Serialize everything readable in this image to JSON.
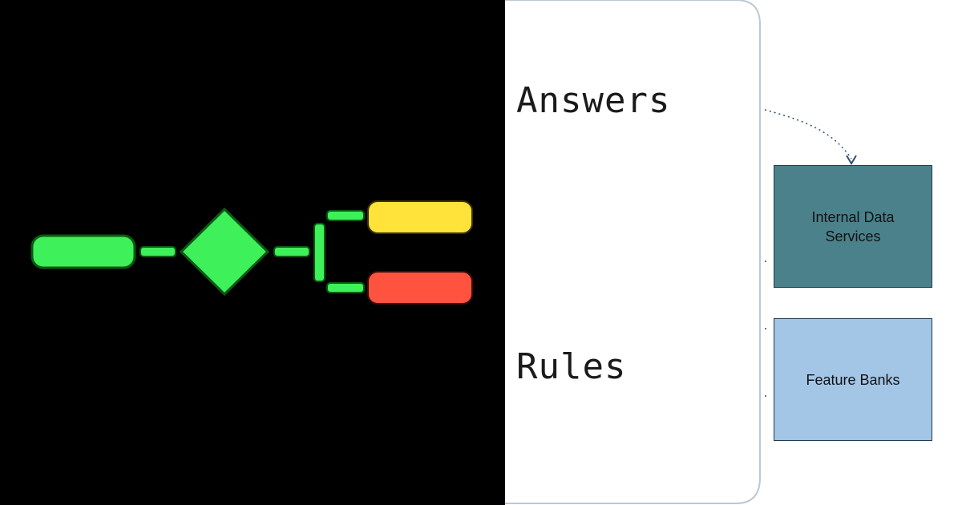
{
  "left_panel": {
    "background": "#000000",
    "colors": {
      "start": "#3ef05a",
      "decision": "#3ef05a",
      "connector": "#3ef05a",
      "outcome_top": "#ffe23a",
      "outcome_bottom": "#ff5340",
      "outline": "#0c5a12"
    }
  },
  "right_panel": {
    "answers_label": "Answers",
    "rules_label": "Rules",
    "boxes": [
      {
        "label": "Internal Data Services",
        "fill": "#4b818b"
      },
      {
        "label": "Feature Banks",
        "fill": "#a3c6e6"
      }
    ],
    "container_border": "#b9c9d4",
    "arrow_color": "#2f4f6f"
  }
}
